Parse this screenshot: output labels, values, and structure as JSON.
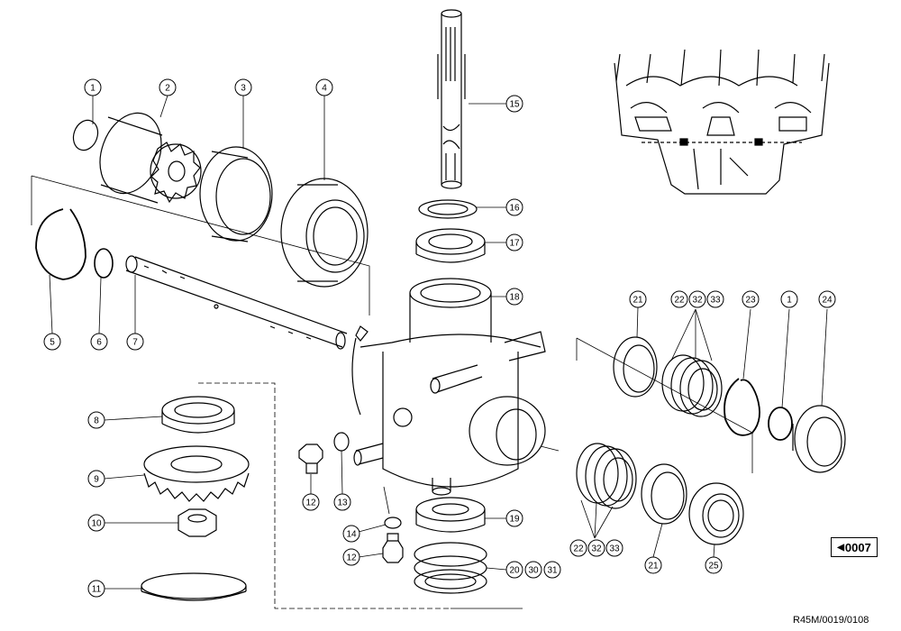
{
  "diagram": {
    "callouts": [
      "1",
      "2",
      "3",
      "4",
      "5",
      "6",
      "7",
      "8",
      "9",
      "10",
      "11",
      "12",
      "13",
      "14",
      "12",
      "15",
      "16",
      "17",
      "18",
      "19",
      "20",
      "30",
      "31",
      "21",
      "22",
      "32",
      "33",
      "23",
      "1",
      "24",
      "22",
      "32",
      "33",
      "21",
      "25"
    ],
    "reference_number": "0007",
    "drawing_code": "R45M/0019/0108"
  }
}
